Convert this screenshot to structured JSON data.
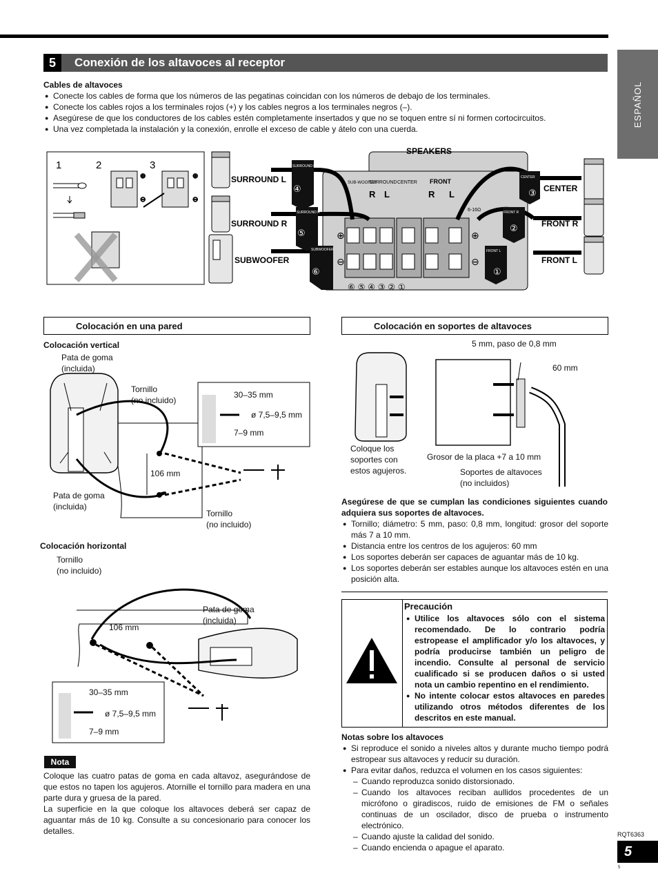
{
  "side_tab": "ESPAÑOL",
  "section": {
    "number": "5",
    "title": "Conexión de los altavoces al receptor"
  },
  "cables": {
    "heading": "Cables de altavoces",
    "bullets": [
      "Conecte los cables de forma que los números de las pegatinas coincidan con los números de debajo de los terminales.",
      "Conecte los cables rojos a los terminales rojos (+) y los cables negros a los terminales negros (–).",
      "Asegúrese de que los conductores de los cables estén completamente insertados y que no se toquen entre sí ni formen cortocircuitos.",
      "Una vez completada la instalación y la conexión, enrolle el exceso de cable y átelo con una cuerda."
    ]
  },
  "diagram": {
    "steps": [
      "1",
      "2",
      "3"
    ],
    "speakers_label": "SPEAKERS",
    "left_labels": [
      "SURROUND L",
      "SURROUND R",
      "SUBWOOFER"
    ],
    "right_labels": [
      "CENTER",
      "FRONT R",
      "FRONT L"
    ],
    "circled_left": [
      "④",
      "⑤",
      "⑥"
    ],
    "circled_right": [
      "③",
      "②",
      "①"
    ],
    "tag_labels": [
      "SURROUND L",
      "SURROUND R",
      "SUBWOOFER",
      "CENTER",
      "FRONT R",
      "FRONT L"
    ],
    "panel_labels": [
      "SUB-WOOFER",
      "SURROUND",
      "CENTER",
      "FRONT",
      "R",
      "L",
      "R",
      "L",
      "6-16Ω"
    ],
    "terminal_numbers": "⑥ ⑤ ④ ③ ② ①"
  },
  "wall": {
    "box_title": "Colocación en una pared",
    "vertical_title": "Colocación vertical",
    "labels": {
      "rubber_top": "Pata de goma\n(incluida)",
      "screw_top": "Tornillo\n(no incluido)",
      "depth": "30–35 mm",
      "diameter": "ø 7,5–9,5 mm",
      "head": "7–9 mm",
      "spacing": "106 mm",
      "rubber_bottom": "Pata de goma\n(incluida)",
      "screw_bottom": "Tornillo\n(no incluido)"
    },
    "horizontal_title": "Colocación horizontal",
    "h_labels": {
      "screw": "Tornillo\n(no incluido)",
      "rubber": "Pata de goma\n(incluida)",
      "spacing": "106 mm",
      "depth": "30–35 mm",
      "diameter": "ø 7,5–9,5 mm",
      "head": "7–9 mm"
    }
  },
  "nota": {
    "badge": "Nota",
    "p1": "Coloque las cuatro patas de goma en cada altavoz, asegurándose de que estos no tapen los agujeros. Atornille el tornillo para madera en una parte dura y gruesa de la pared.",
    "p2": "La superficie en la que coloque los altavoces deberá ser capaz de aguantar más de 10 kg. Consulte a su concesionario para conocer los detalles."
  },
  "stands": {
    "box_title": "Colocación en soportes de altavoces",
    "labels": {
      "pitch": "5 mm, paso de 0,8 mm",
      "distance": "60 mm",
      "holes": "Coloque los\nsoportes con\nestos agujeros.",
      "thickness": "Grosor de la placa +7 a 10 mm",
      "stands": "Soportes de altavoces\n(no incluidos)"
    },
    "conditions_heading": "Asegúrese de que se cumplan las condiciones siguientes cuando adquiera sus soportes de altavoces.",
    "conditions": [
      "Tornillo; diámetro: 5 mm, paso: 0,8 mm, longitud: grosor del soporte más 7 a 10 mm.",
      "Distancia entre los centros de los agujeros: 60 mm",
      "Los soportes deberán ser capaces de aguantar más de 10 kg.",
      "Los soportes deberán ser estables aunque los altavoces estén en una posición alta."
    ]
  },
  "caution": {
    "title": "Precaución",
    "items": [
      "Utilice los altavoces sólo con el sistema recomendado. De lo contrario podría estropease el amplificador y/o los altavoces, y podría producirse también un peligro de incendio. Consulte al personal de servicio cualificado si se producen daños o si usted nota un cambio repentino en el rendimiento.",
      "No intente colocar estos altavoces en paredes utilizando otros métodos diferentes de los descritos en este manual."
    ]
  },
  "notes": {
    "heading": "Notas sobre los altavoces",
    "b1": "Si reproduce el sonido a niveles altos y durante mucho tiempo podrá estropear sus altavoces y reducir su duración.",
    "b2": "Para evitar daños, reduzca el volumen en los casos siguientes:",
    "dashes": [
      "Cuando reproduzca sonido distorsionado.",
      "Cuando los altavoces reciban aullidos procedentes de un micrófono o giradiscos, ruido de emisiones de FM o señales continuas de un oscilador, disco de prueba o instrumento electrónico.",
      "Cuando ajuste la calidad del sonido.",
      "Cuando encienda o apague el aparato."
    ]
  },
  "footer": {
    "code": "RQT6363",
    "page": "5",
    "small": "5"
  }
}
